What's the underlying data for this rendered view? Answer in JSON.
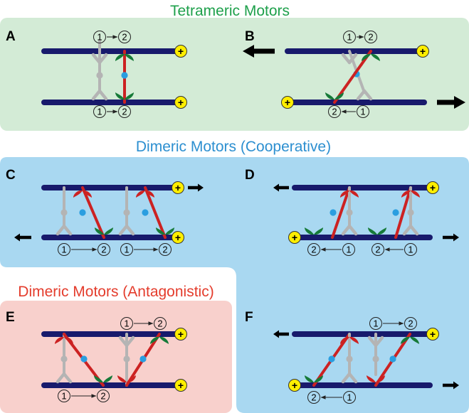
{
  "titles": {
    "tetrameric": "Tetrameric Motors",
    "dimeric_cooperative": "Dimeric Motors (Cooperative)",
    "dimeric_antagonistic": "Dimeric Motors (Antagonistic)"
  },
  "panel_labels": {
    "a": "A",
    "b": "B",
    "c": "C",
    "d": "D",
    "e": "E",
    "f": "F"
  },
  "plus_symbol": "+",
  "head_numbers": {
    "one": "1",
    "two": "2"
  },
  "colors": {
    "tetrameric_bg": "#d3ebd6",
    "cooperative_bg": "#a9d8f1",
    "antagonistic_bg": "#f8d0cc",
    "tetrameric_title": "#1ea04b",
    "cooperative_title": "#2c8fd0",
    "antagonistic_title": "#e43c2c",
    "microtubule": "#181a6c",
    "plus_end": "#ffee00",
    "motor_red": "#cc2222",
    "motor_gray": "#b4b4b4",
    "head_green": "#167a38",
    "node_blue": "#2a9ee0"
  }
}
